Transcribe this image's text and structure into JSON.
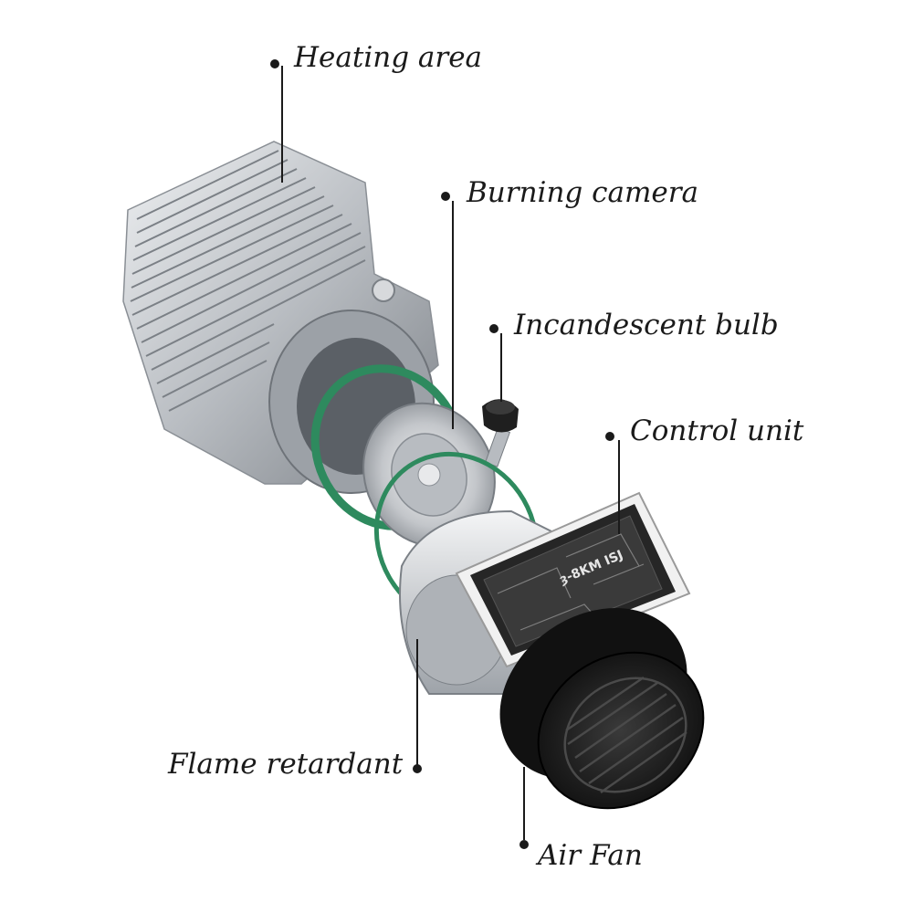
{
  "diagram": {
    "callouts": {
      "heating_area": "Heating area",
      "burning_camera": "Burning camera",
      "incandescent_bulb": "Incandescent bulb",
      "control_unit": "Control unit",
      "flame_retardant": "Flame retardant",
      "air_fan": "Air Fan"
    },
    "device_label": "ȝ-8KM ISJ",
    "colors": {
      "gasket": "#2e8a5e",
      "metal": "#c9ccd0",
      "dark": "#1b1b1b",
      "leader": "#1a1a1a"
    }
  }
}
